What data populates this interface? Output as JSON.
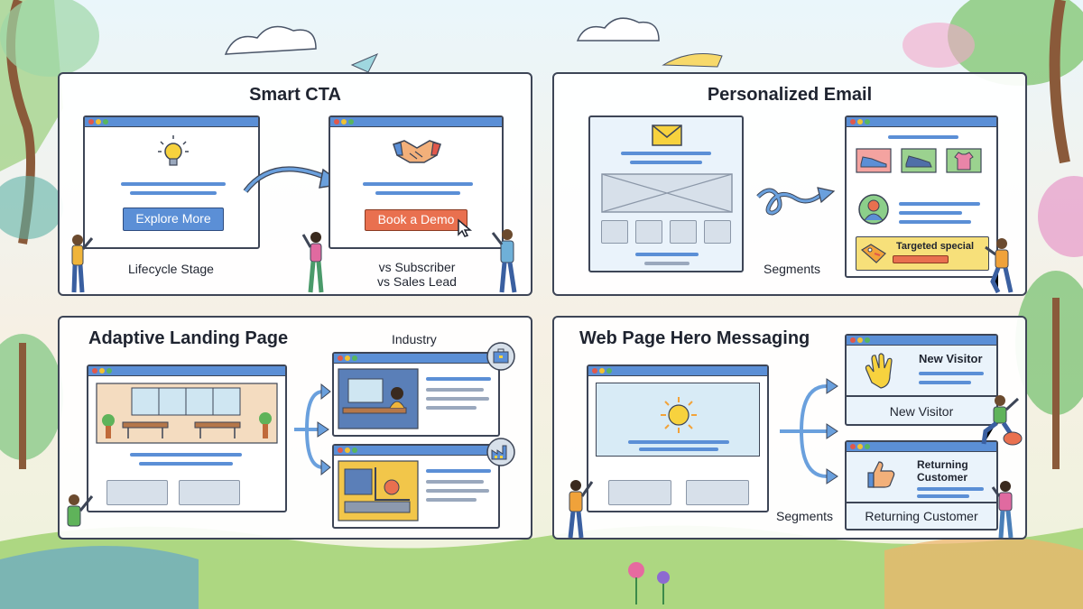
{
  "smart_cta": {
    "title": "Smart CTA",
    "explore_button": "Explore More",
    "demo_button": "Book a Demo",
    "label_left": "Lifecycle Stage",
    "label_right_line1": "vs Subscriber",
    "label_right_line2": "vs Sales Lead"
  },
  "personalized_email": {
    "title": "Personalized Email",
    "segments_label": "Segments",
    "offer_label": "Targeted special"
  },
  "adaptive_landing": {
    "title": "Adaptive Landing Page",
    "industry_label": "Industry"
  },
  "hero_messaging": {
    "title": "Web Page Hero Messaging",
    "segments_label": "Segments",
    "new_visitor_card": "New Visitor",
    "new_visitor_label": "New Visitor",
    "returning_card_line1": "Returning",
    "returning_card_line2": "Customer",
    "returning_label": "Returning Customer"
  },
  "colors": {
    "accent_blue": "#5b8fd6",
    "cta_orange": "#e9704f",
    "offer_yellow": "#f7e07a"
  }
}
